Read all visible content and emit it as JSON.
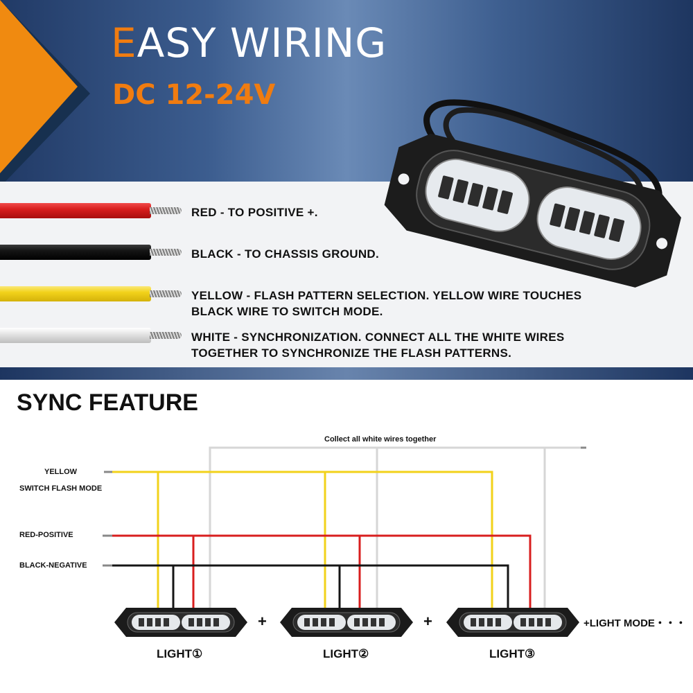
{
  "header": {
    "title_first_letter": "E",
    "title_rest": "ASY WIRING",
    "voltage": "DC 12-24V"
  },
  "wires": [
    {
      "color": "#d81e1e",
      "label": "RED - TO POSITIVE +."
    },
    {
      "color": "#151515",
      "label": "BLACK - TO CHASSIS GROUND."
    },
    {
      "color": "#f2d21a",
      "label": "YELLOW - FLASH PATTERN SELECTION. YELLOW WIRE TOUCHES BLACK WIRE TO SWITCH MODE."
    },
    {
      "color": "#dedede",
      "label": "WHITE - SYNCHRONIZATION. CONNECT ALL THE WHITE WIRES TOGETHER TO SYNCHRONIZE THE FLASH PATTERNS."
    }
  ],
  "sync": {
    "title": "SYNC FEATURE",
    "collect_label": "Collect all white wires together",
    "yellow_label": "YELLOW",
    "switch_label": "SWITCH FLASH MODE",
    "red_label": "RED-POSITIVE",
    "black_label": "BLACK-NEGATIVE",
    "plus": "+",
    "light_mode": "+LIGHT MODE・・・",
    "lights": [
      "LIGHT①",
      "LIGHT②",
      "LIGHT③"
    ]
  },
  "colors": {
    "accent": "#f07c10",
    "red_wire": "#d81e1e",
    "yellow_wire": "#f2d21a",
    "black_wire": "#151515",
    "white_wire": "#d6d6d6"
  }
}
